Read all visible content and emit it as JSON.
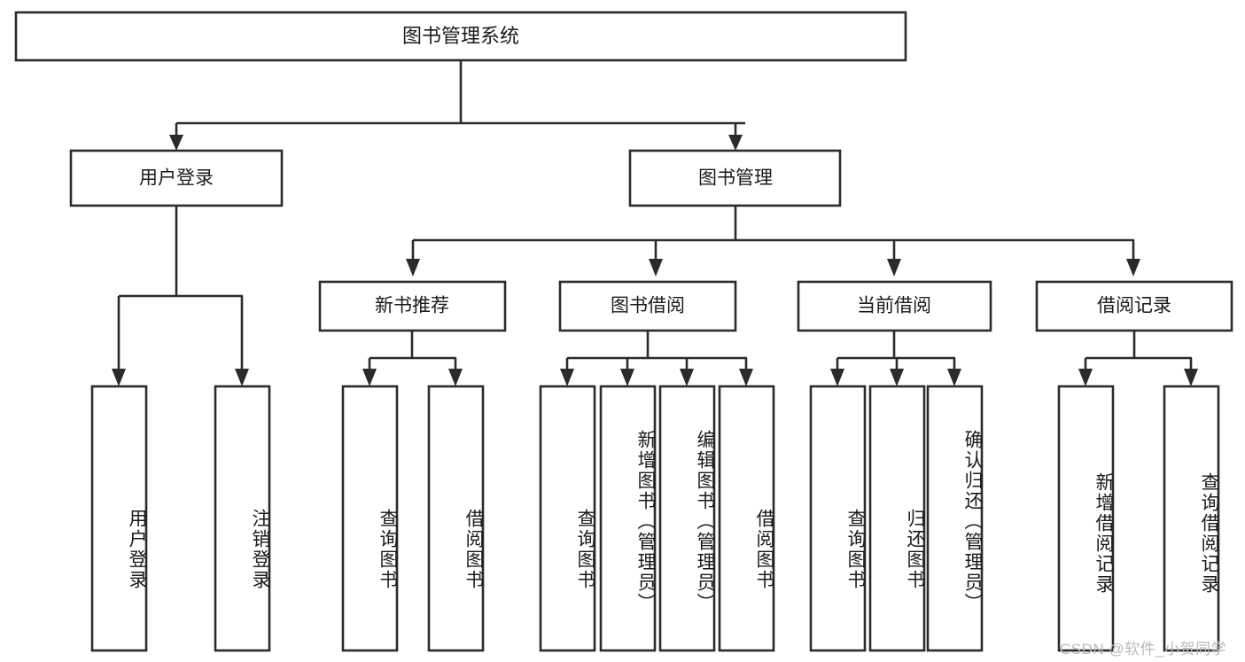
{
  "diagram": {
    "type": "hierarchy-tree",
    "title": "图书管理系统",
    "root": {
      "label": "图书管理系统",
      "level": 0
    },
    "level2": [
      {
        "label": "用户登录"
      },
      {
        "label": "图书管理"
      }
    ],
    "level3": [
      {
        "label": "新书推荐"
      },
      {
        "label": "图书借阅"
      },
      {
        "label": "当前借阅"
      },
      {
        "label": "借阅记录"
      }
    ],
    "leaves": {
      "user_login": [
        {
          "label": "用户登录"
        },
        {
          "label": "注销登录"
        }
      ],
      "new_book_recommend": [
        {
          "label": "查询图书"
        },
        {
          "label": "借阅图书"
        }
      ],
      "book_borrow": [
        {
          "label": "查询图书"
        },
        {
          "label": "新增图书（管理员）"
        },
        {
          "label": "编辑图书（管理员）"
        },
        {
          "label": "借阅图书"
        }
      ],
      "current_borrow": [
        {
          "label": "查询图书"
        },
        {
          "label": "归还图书"
        },
        {
          "label": "确认归还（管理员）"
        }
      ],
      "borrow_record": [
        {
          "label": "新增借阅记录"
        },
        {
          "label": "查询借阅记录"
        }
      ]
    }
  },
  "watermark": {
    "text": "CSDN @软件_小贺同学"
  },
  "colors": {
    "stroke": "#2b2b2b",
    "box_fill": "#ffffff",
    "text": "#1a1a1a",
    "watermark": "#b9b9b9",
    "background": "#ffffff"
  }
}
